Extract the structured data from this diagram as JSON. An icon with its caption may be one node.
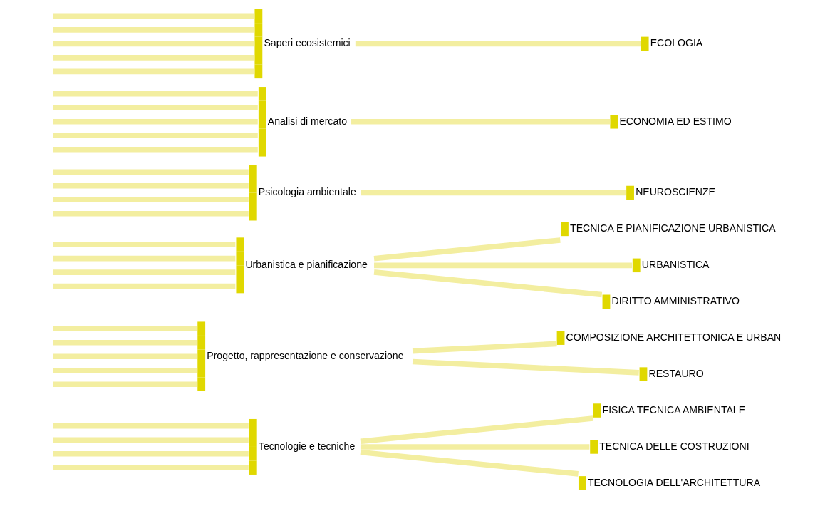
{
  "diagram": {
    "nodes": [
      {
        "text": [
          "Tecnologie e tecniche"
        ]
      },
      {
        "text": [
          "Progetto, rappresentazione e conservazione"
        ]
      },
      {
        "text": [
          "Urbanistica e pianificazione"
        ]
      },
      {
        "text": [
          "Psicologia ambientale"
        ]
      },
      {
        "text": [
          "Analisi di mercato"
        ]
      },
      {
        "text": [
          "Saperi ecosistemici"
        ]
      },
      {
        "text": [
          "FISICA TECNICA AMBIENTALE"
        ]
      },
      {
        "text": [
          "TECNICA DELLE COSTRUZIONI"
        ]
      },
      {
        "text": [
          "TECNOLOGIA DELL'ARCHITETTURA"
        ]
      },
      {
        "text": [
          "COMPOSIZIONE ARCHITETTONICA E URBAN"
        ]
      },
      {
        "text": [
          "ECONOMIA ED ESTIMO"
        ]
      },
      {
        "text": [
          "ECOLOGIA"
        ]
      },
      {
        "text": [
          "RESTAURO"
        ]
      },
      {
        "text": [
          "NEUROSCIENZE"
        ]
      },
      {
        "text": [
          "TECNICA E PIANIFICAZIONE URBANISTICA"
        ]
      },
      {
        "text": [
          "URBANISTICA"
        ]
      },
      {
        "text": [
          "DIRITTO AMMINISTRATIVO"
        ]
      }
    ],
    "edges": [
      {
        "from": null,
        "to": 0,
        "arrow": "none"
      },
      {
        "from": null,
        "to": 0,
        "arrow": "none"
      },
      {
        "from": null,
        "to": 0,
        "arrow": "none"
      },
      {
        "from": null,
        "to": 0,
        "arrow": "none"
      },
      {
        "from": null,
        "to": 1,
        "arrow": "none"
      },
      {
        "from": null,
        "to": 1,
        "arrow": "none"
      },
      {
        "from": null,
        "to": 1,
        "arrow": "none"
      },
      {
        "from": null,
        "to": 1,
        "arrow": "none"
      },
      {
        "from": null,
        "to": 1,
        "arrow": "none"
      },
      {
        "from": null,
        "to": 2,
        "arrow": "none"
      },
      {
        "from": null,
        "to": 2,
        "arrow": "none"
      },
      {
        "from": null,
        "to": 2,
        "arrow": "none"
      },
      {
        "from": null,
        "to": 2,
        "arrow": "none"
      },
      {
        "from": null,
        "to": 3,
        "arrow": "none"
      },
      {
        "from": null,
        "to": 3,
        "arrow": "none"
      },
      {
        "from": null,
        "to": 3,
        "arrow": "none"
      },
      {
        "from": null,
        "to": 3,
        "arrow": "none"
      },
      {
        "from": null,
        "to": 4,
        "arrow": "none"
      },
      {
        "from": null,
        "to": 4,
        "arrow": "none"
      },
      {
        "from": null,
        "to": 4,
        "arrow": "none"
      },
      {
        "from": null,
        "to": 4,
        "arrow": "none"
      },
      {
        "from": null,
        "to": 4,
        "arrow": "none"
      },
      {
        "from": null,
        "to": 5,
        "arrow": "none"
      },
      {
        "from": null,
        "to": 5,
        "arrow": "none"
      },
      {
        "from": null,
        "to": 5,
        "arrow": "none"
      },
      {
        "from": null,
        "to": 5,
        "arrow": "none"
      },
      {
        "from": null,
        "to": 5,
        "arrow": "none"
      },
      {
        "from": 0,
        "to": 6,
        "arrow": "none"
      },
      {
        "from": 0,
        "to": 7,
        "arrow": "none"
      },
      {
        "from": 0,
        "to": 8,
        "arrow": "none"
      },
      {
        "from": 1,
        "to": 9,
        "arrow": "none"
      },
      {
        "from": 4,
        "to": 10,
        "arrow": "none"
      },
      {
        "from": 5,
        "to": 11,
        "arrow": "none"
      },
      {
        "from": 1,
        "to": 12,
        "arrow": "none"
      },
      {
        "from": 3,
        "to": 13,
        "arrow": "none"
      },
      {
        "from": 2,
        "to": 14,
        "arrow": "none"
      },
      {
        "from": 2,
        "to": 15,
        "arrow": "none"
      },
      {
        "from": 2,
        "to": 16,
        "arrow": "none"
      }
    ]
  }
}
